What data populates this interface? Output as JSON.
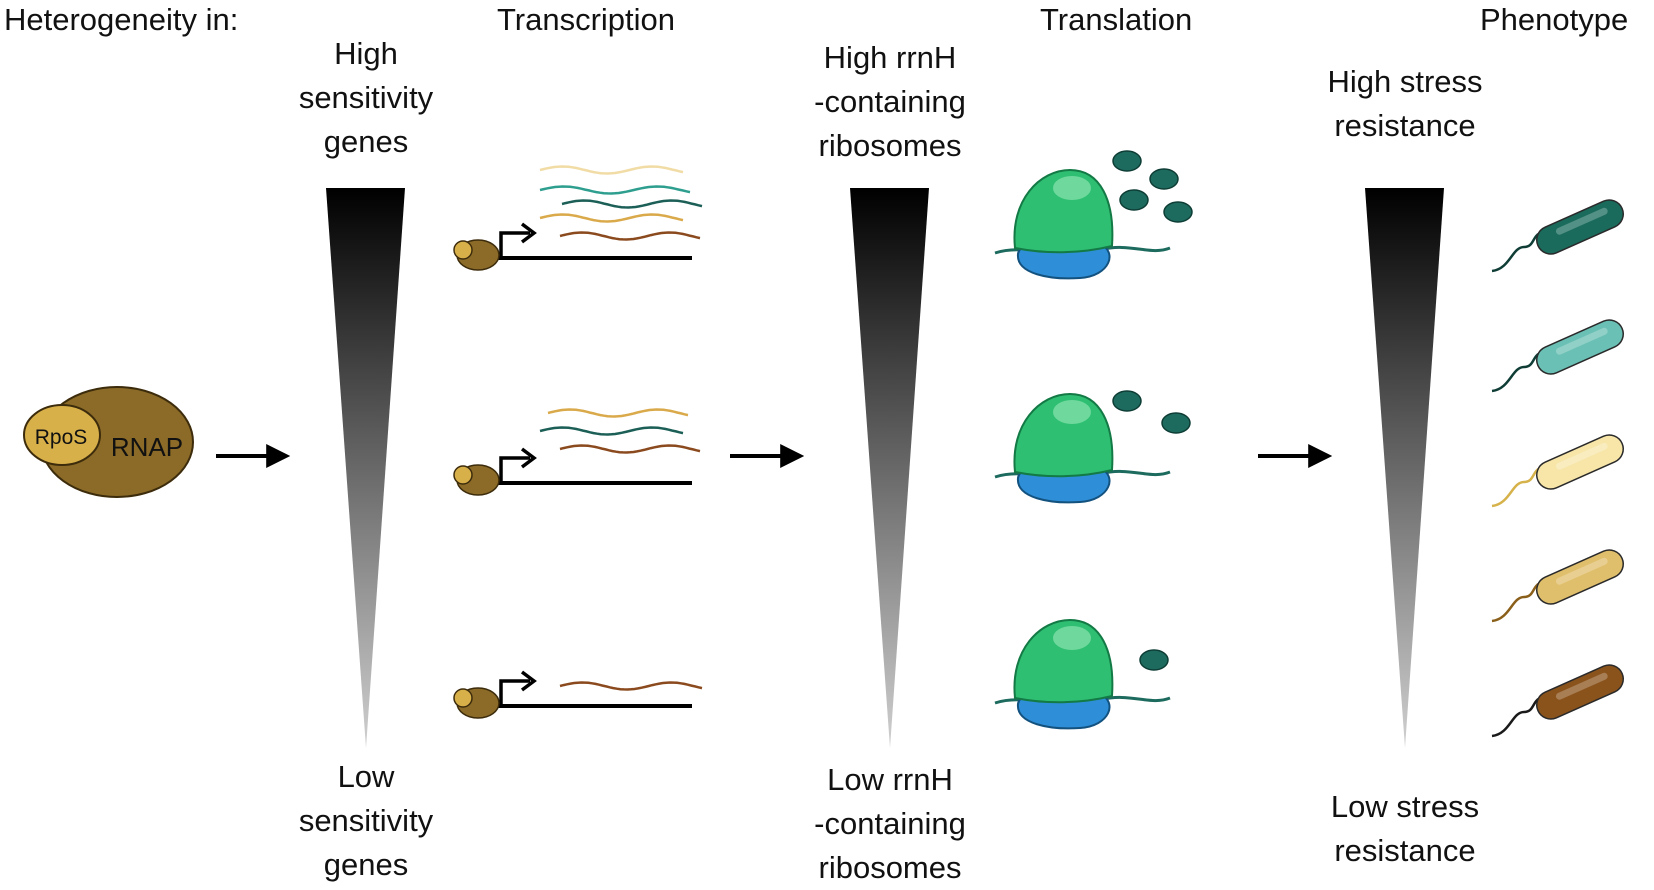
{
  "headers": {
    "heterogeneity": "Heterogeneity in:",
    "transcription": "Transcription",
    "translation": "Translation",
    "phenotype": "Phenotype"
  },
  "sensitivity": {
    "high": [
      "High",
      "sensitivity",
      "genes"
    ],
    "low": [
      "Low",
      "sensitivity",
      "genes"
    ]
  },
  "ribosomes": {
    "high": [
      "High rrnH",
      "-containing",
      "ribosomes"
    ],
    "low": [
      "Low rrnH",
      "-containing",
      "ribosomes"
    ]
  },
  "stress": {
    "high": [
      "High stress",
      "resistance"
    ],
    "low": [
      "Low stress",
      "resistance"
    ]
  },
  "enzyme": {
    "sigma_label": "RpoS",
    "rnap_label": "RNAP",
    "colors": {
      "rnap": "#8b6b27",
      "sigma": "#d8b04a"
    }
  },
  "colors": {
    "mrna": [
      "#f1dca6",
      "#2e9e8f",
      "#1c5f57",
      "#d9a94a",
      "#8b4a1e"
    ],
    "ribosome_large": "#2fbf73",
    "ribosome_small": "#2e8fd8",
    "protein": "#1d6b5e",
    "bacteria": [
      "#1a6b5c",
      "#6bc0b5",
      "#f7e6a8",
      "#e0bf6c",
      "#8b531c"
    ]
  },
  "transcripts_per_gene": [
    5,
    3,
    1
  ],
  "proteins_per_ribosome": [
    4,
    2,
    1
  ]
}
